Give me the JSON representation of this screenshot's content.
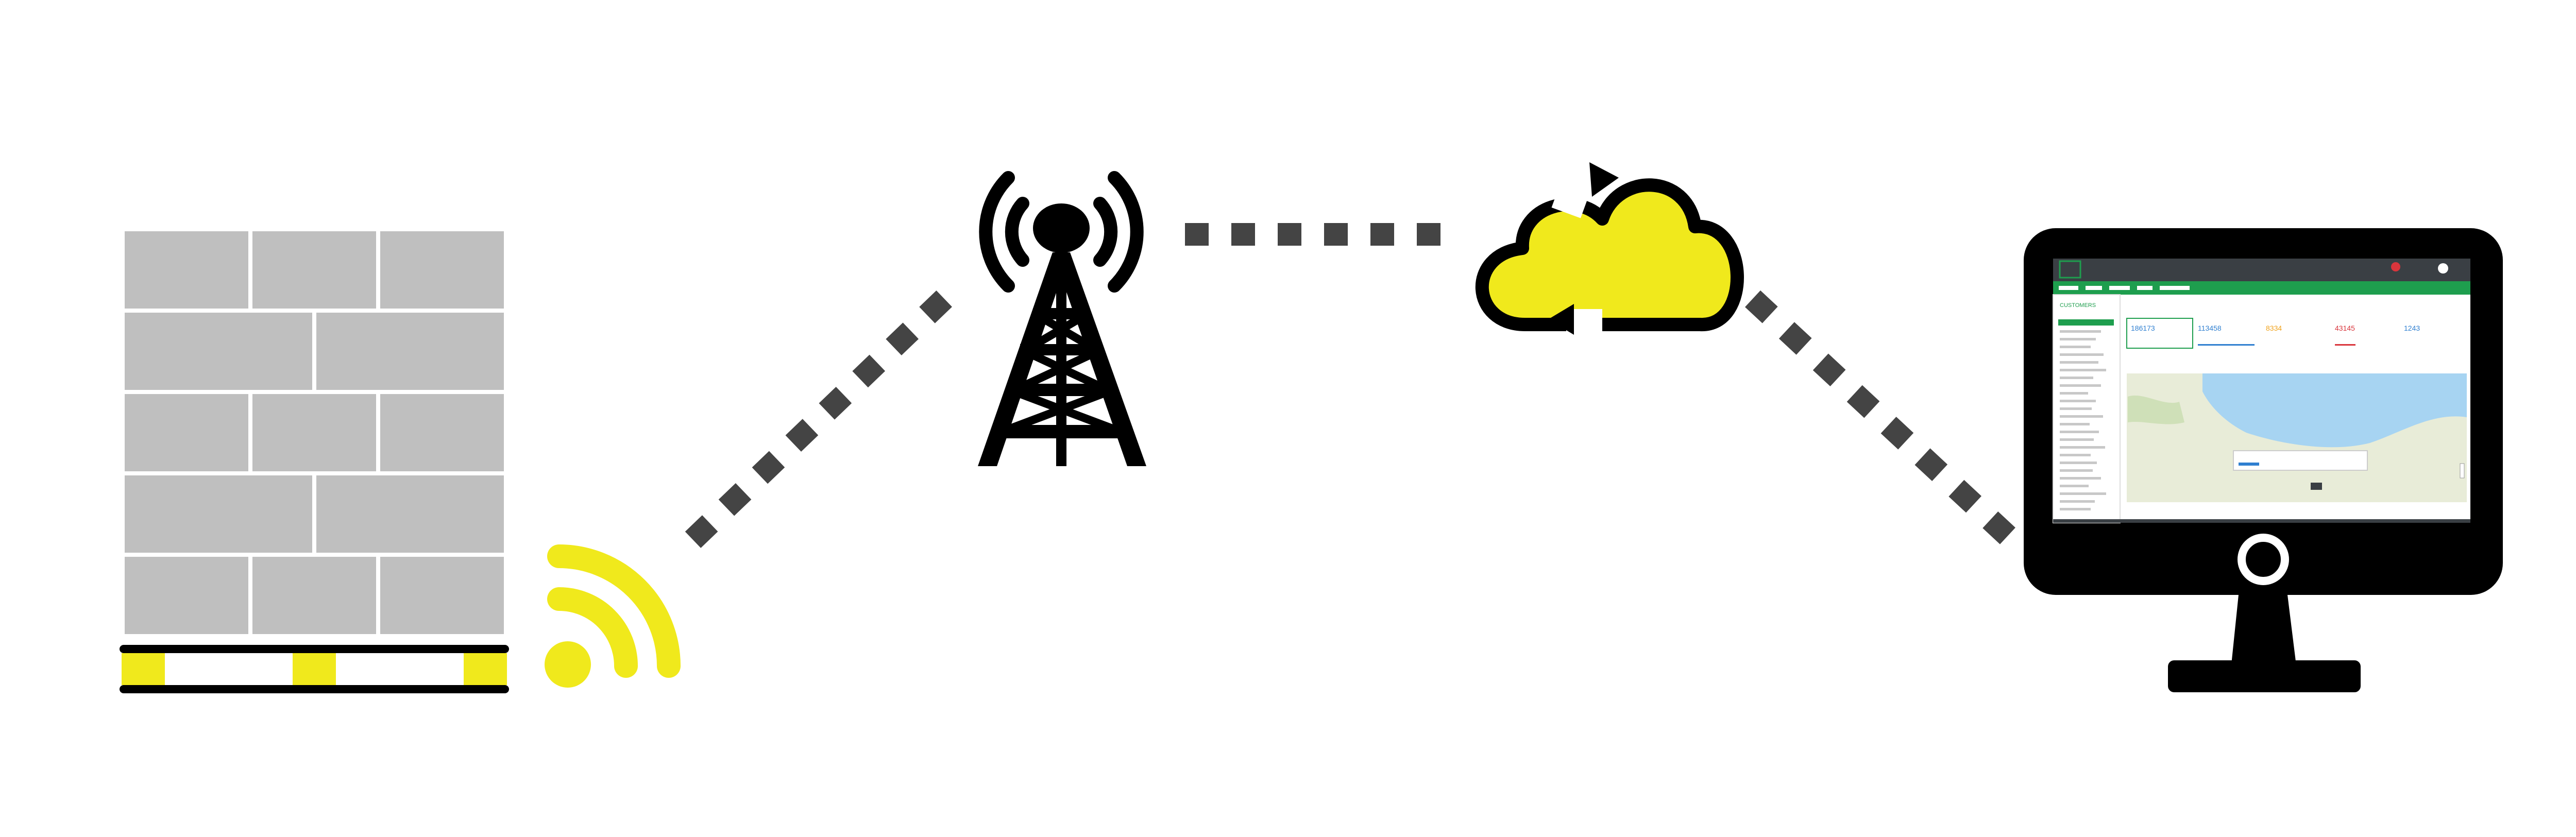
{
  "colors": {
    "accent_yellow": "#f0e91c",
    "connector": "#444444",
    "icon_black": "#000000",
    "brick_grey": "#bfbfbf",
    "app_green": "#1e9e4e",
    "app_header": "#3a3f44",
    "map_water": "#a7d4f2",
    "map_land": "#e8ecd8",
    "kpi_blue": "#2f7fd0",
    "kpi_orange": "#f0a21c",
    "kpi_red": "#d9353c"
  },
  "nodes": [
    {
      "id": "pallet",
      "icon": "pallet-icon"
    },
    {
      "id": "sensor",
      "icon": "wireless-signal-icon"
    },
    {
      "id": "tower",
      "icon": "cell-tower-icon"
    },
    {
      "id": "cloud",
      "icon": "cloud-sync-icon"
    },
    {
      "id": "monitor",
      "icon": "monitor-icon"
    }
  ],
  "screen": {
    "sidebar_title": "CUSTOMERS",
    "kpis": [
      {
        "value": "186173",
        "color": "#2f7fd0"
      },
      {
        "value": "113458",
        "color": "#2f7fd0"
      },
      {
        "value": "8334",
        "color": "#f0a21c"
      },
      {
        "value": "43145",
        "color": "#d9353c"
      },
      {
        "value": "1243",
        "color": "#2f7fd0"
      }
    ]
  }
}
